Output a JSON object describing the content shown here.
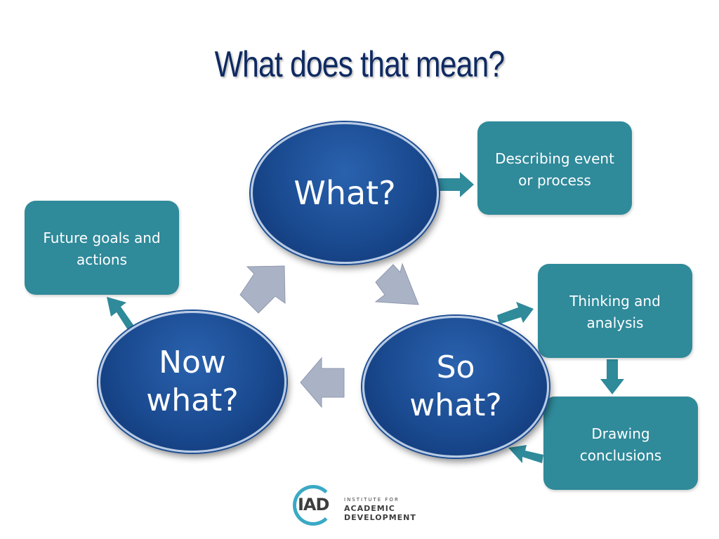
{
  "slide": {
    "title": "What does that mean?"
  },
  "cycle": {
    "what": "What?",
    "so_what_line1": "So",
    "so_what_line2": "what?",
    "now_what_line1": "Now",
    "now_what_line2": "what?"
  },
  "boxes": {
    "describing_line1": "Describing event",
    "describing_line2": "or process",
    "thinking_line1": "Thinking and",
    "thinking_line2": "analysis",
    "drawing_line1": "Drawing",
    "drawing_line2": "conclusions",
    "future_line1": "Future goals and",
    "future_line2": "actions"
  },
  "logo": {
    "abbr": "IAD",
    "line1": "INSTITUTE FOR",
    "line2": "ACADEMIC",
    "line3": "DEVELOPMENT"
  },
  "colors": {
    "title": "#0f2a62",
    "circle_fill": "#1a4a90",
    "box_fill": "#2f8a9a",
    "cycle_arrow": "#aab3c6",
    "side_arrow": "#2f8a9a",
    "logo_ring": "#3aa9c6"
  }
}
